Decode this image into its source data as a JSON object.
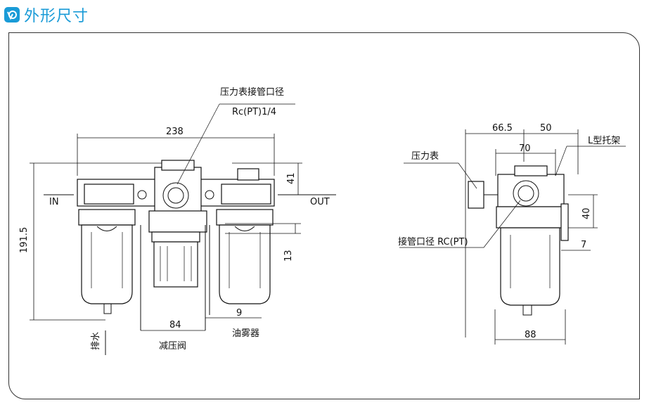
{
  "page": {
    "title": "外形尺寸",
    "accent": "#1a9bd7"
  },
  "labels": {
    "gauge_port": "压力表接管口径",
    "gauge_thread": "Rc(PT)1/4",
    "in": "IN",
    "out": "OUT",
    "drain": "排水",
    "regulator": "减压阀",
    "lubricator": "油雾器",
    "gauge": "压力表",
    "bracket": "L型托架",
    "port": "接管口径 RC(PT)"
  },
  "dims": {
    "width": "238",
    "height": "191.5",
    "top": "41",
    "bracket_h": "13",
    "reg_w": "84",
    "gap": "9",
    "side_left": "66.5",
    "side_right": "50",
    "side_w": "70",
    "side_40": "40",
    "side_7": "7",
    "side_88": "88"
  }
}
